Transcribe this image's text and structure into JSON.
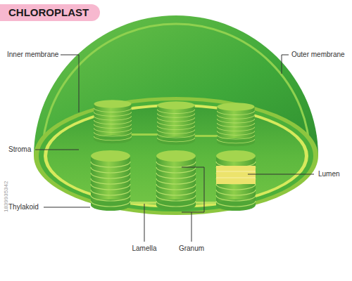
{
  "diagram": {
    "title": "CHLOROPLAST",
    "labels": [
      "Inner membrane",
      "Outer membrane",
      "Stroma",
      "Lumen",
      "Thylakoid",
      "Lamella",
      "Granum",
      "1839935342"
    ]
  }
}
